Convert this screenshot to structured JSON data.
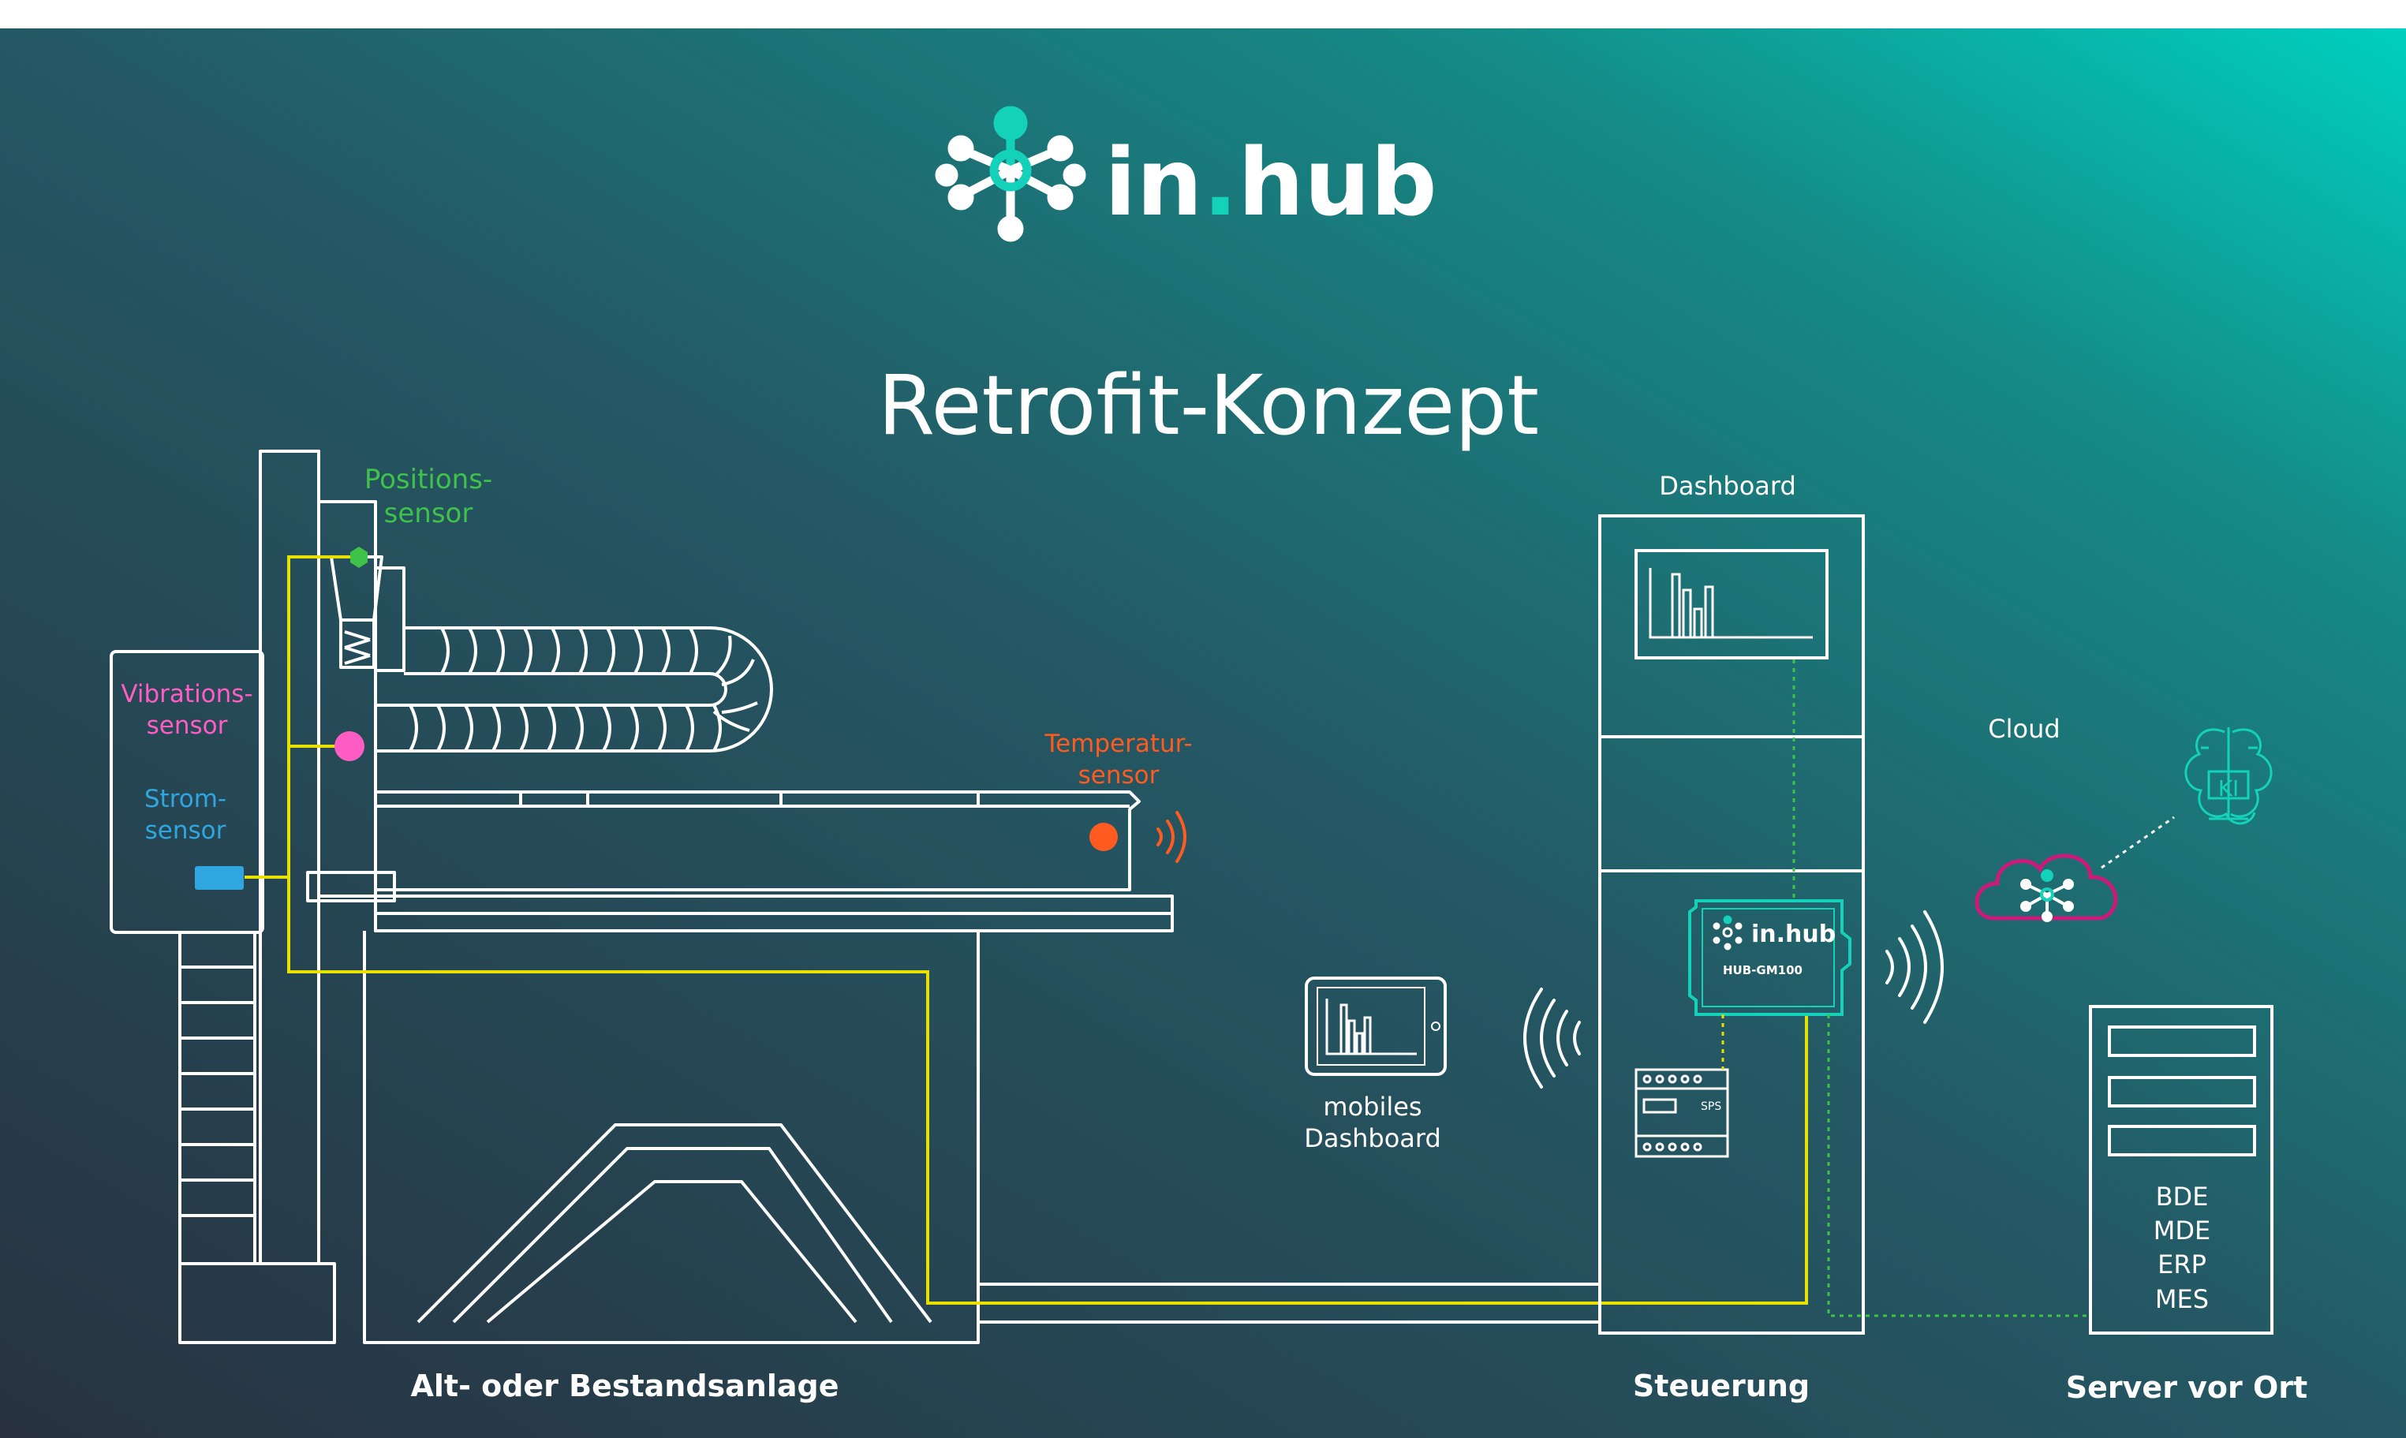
{
  "logo": {
    "text_main": "in",
    "text_dot": ".",
    "text_hub": "hub"
  },
  "title": "Retrofit-Konzept",
  "sensors": {
    "position": {
      "line1": "Positions-",
      "line2": "sensor"
    },
    "vibration": {
      "line1": "Vibrations-",
      "line2": "sensor"
    },
    "current": {
      "line1": "Strom-",
      "line2": "sensor"
    },
    "temperature": {
      "line1": "Temperatur-",
      "line2": "sensor"
    }
  },
  "dashboard_label": "Dashboard",
  "cloud_label": "Cloud",
  "ki_label": "KI",
  "mobile_dashboard": {
    "line1": "mobiles",
    "line2": "Dashboard"
  },
  "hub_device": {
    "brand": "in.hub",
    "model": "HUB-GM100"
  },
  "sps_label": "SPS",
  "server_systems": [
    "BDE",
    "MDE",
    "ERP",
    "MES"
  ],
  "captions": {
    "machine": "Alt- oder Bestandsanlage",
    "control": "Steuerung",
    "server": "Server vor Ort"
  },
  "colors": {
    "bg_dark": "#2b3642",
    "bg_teal": "#00cdbd",
    "line": "#ffffff",
    "accent_teal": "#14d2b9",
    "cable_yellow": "#e8e000",
    "position_green": "#3ec24a",
    "vibration_pink": "#ff5cc4",
    "current_blue": "#2fa6e0",
    "temperature_orange": "#ff5a1f",
    "cloud_magenta": "#cc1a7a"
  }
}
